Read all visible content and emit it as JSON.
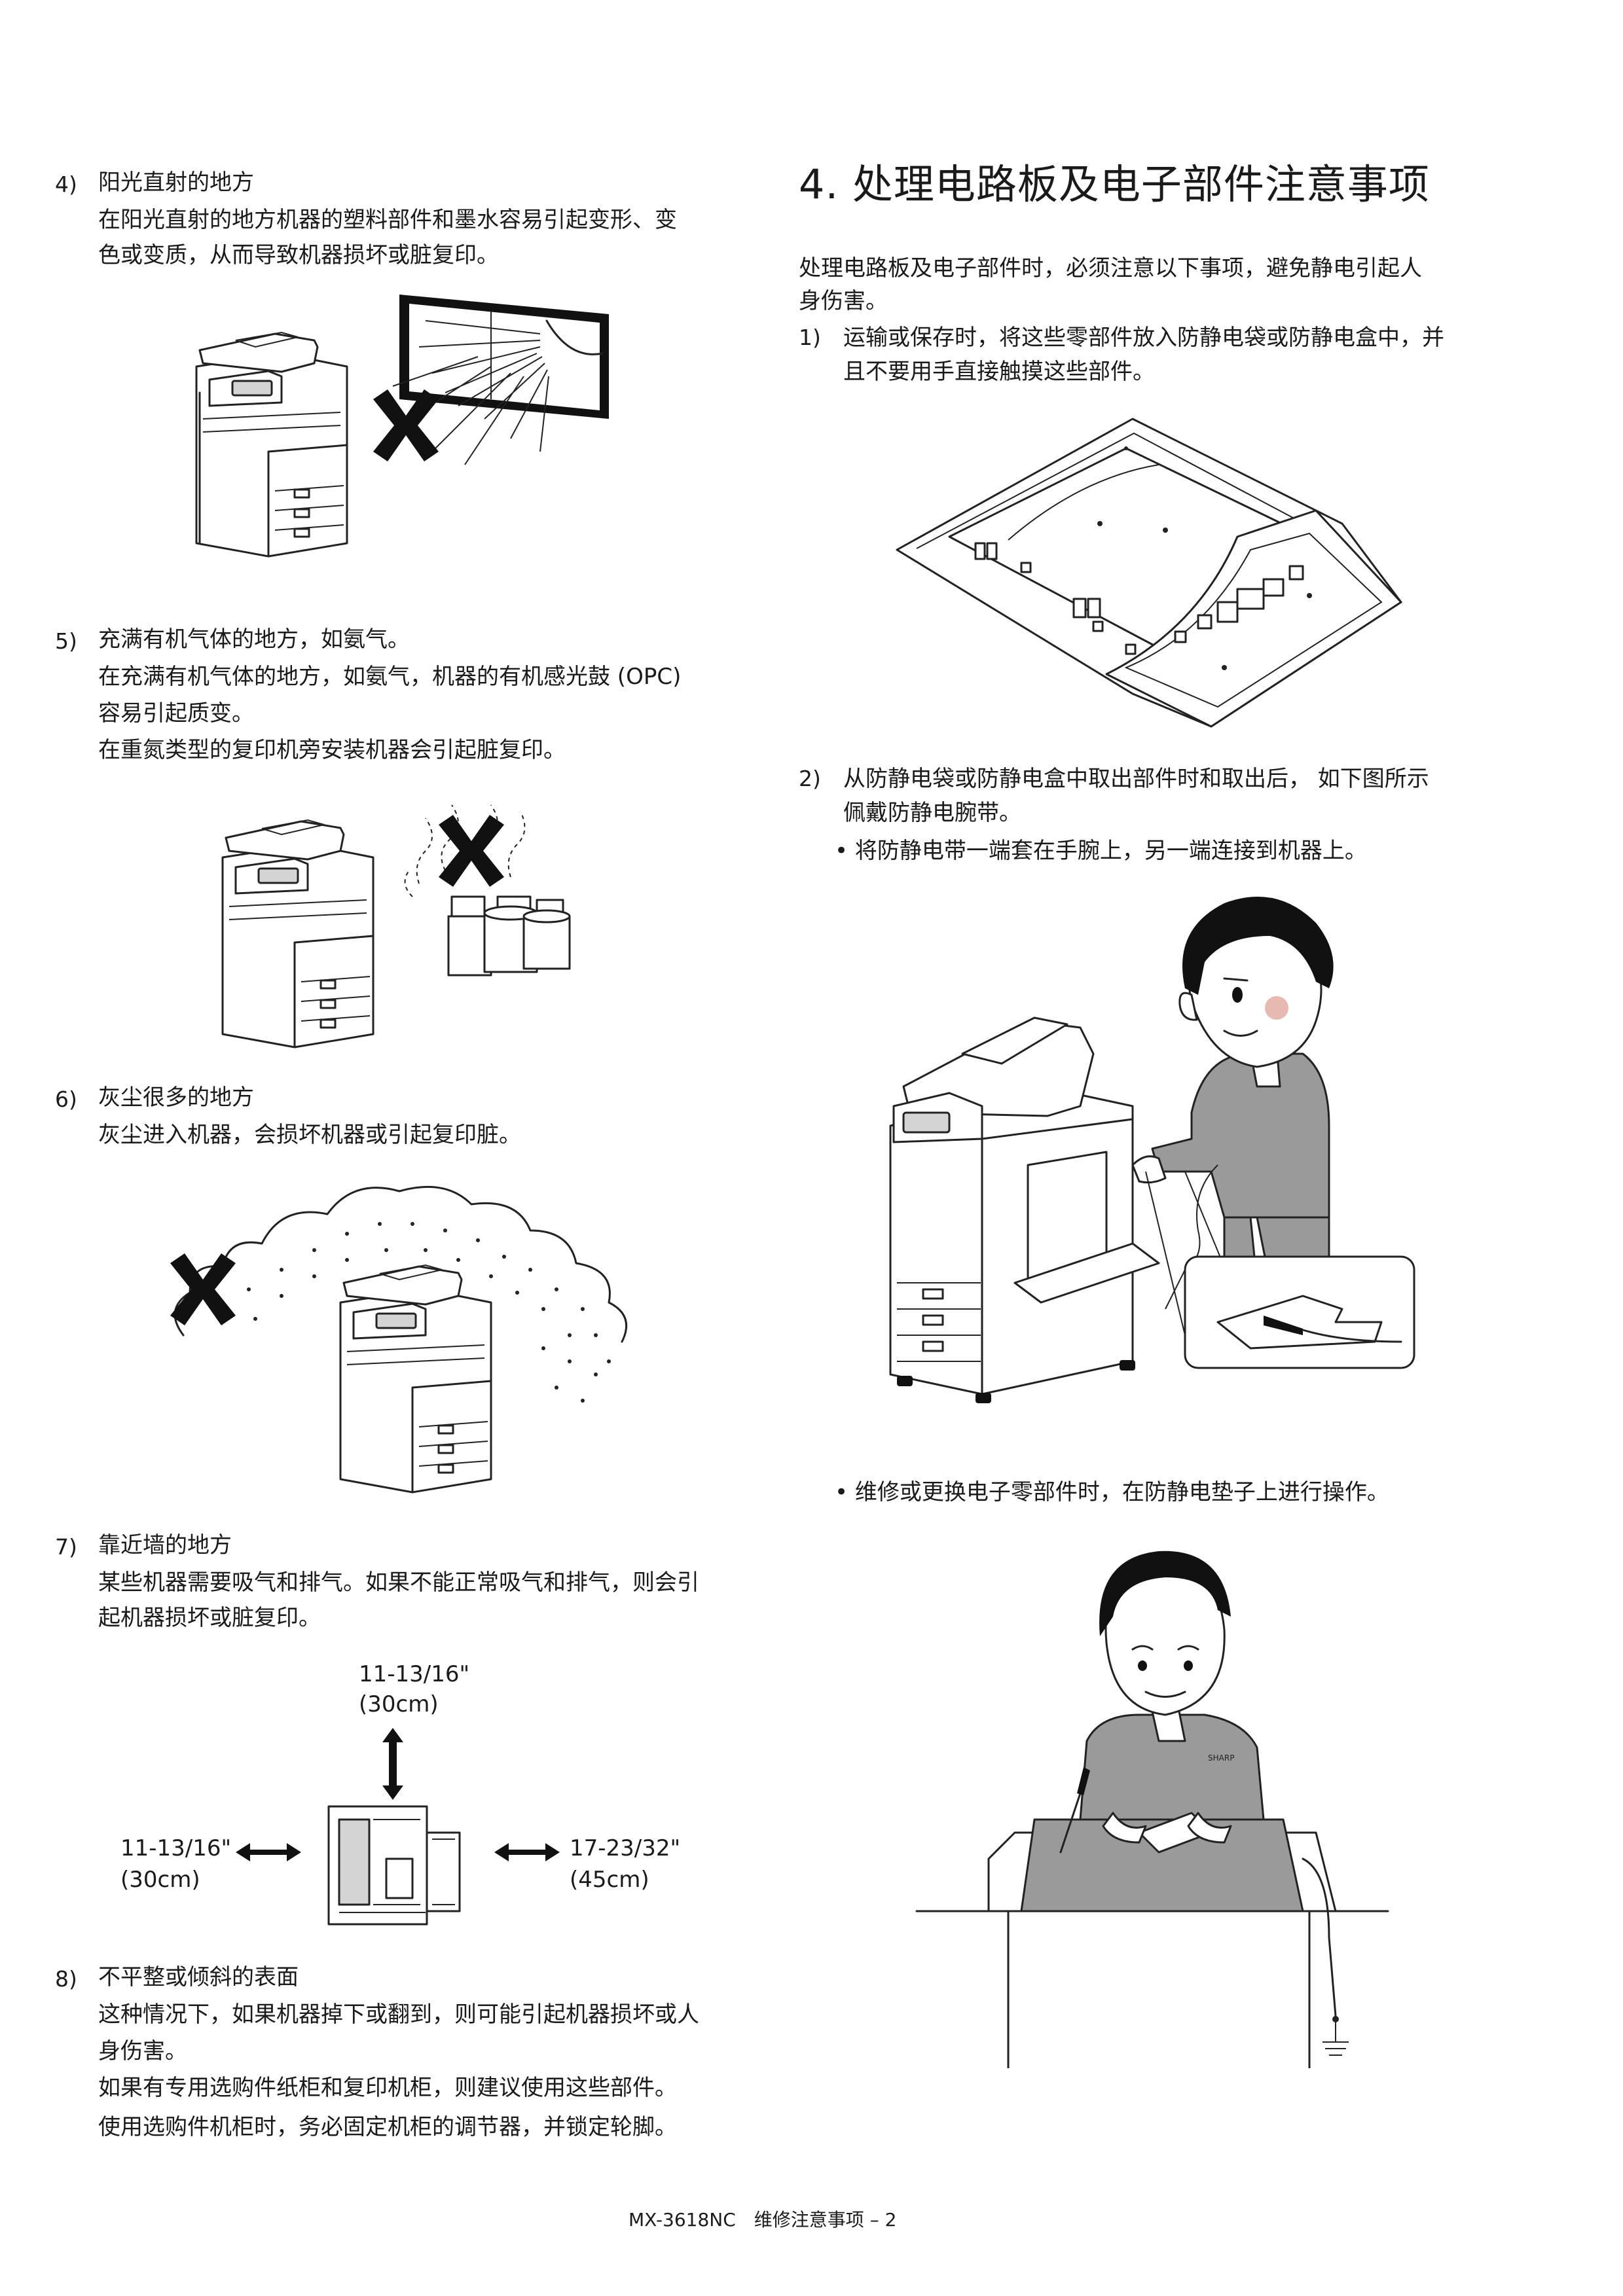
{
  "left": {
    "item4": {
      "num": "4)",
      "heading": "阳光直射的地方",
      "lines": [
        "在阳光直射的地方机器的塑料部件和墨水容易引起变形、变",
        "色或变质，从而导致机器损坏或脏复印。"
      ]
    },
    "item5": {
      "num": "5)",
      "heading": "充满有机气体的地方，如氨气。",
      "lines": [
        "在充满有机气体的地方，如氨气，机器的有机感光鼓 (OPC)",
        "容易引起质变。",
        "在重氮类型的复印机旁安装机器会引起脏复印。"
      ]
    },
    "item6": {
      "num": "6)",
      "heading": "灰尘很多的地方",
      "lines": [
        "灰尘进入机器，会损坏机器或引起复印脏。"
      ]
    },
    "item7": {
      "num": "7)",
      "heading": "靠近墙的地方",
      "lines": [
        "某些机器需要吸气和排气。如果不能正常吸气和排气，则会引",
        "起机器损坏或脏复印。"
      ],
      "dims": {
        "top": [
          "11-13/16\"",
          "(30cm)"
        ],
        "left": [
          "11-13/16\"",
          "(30cm)"
        ],
        "right": [
          "17-23/32\"",
          "(45cm)"
        ]
      }
    },
    "item8": {
      "num": "8)",
      "heading": "不平整或倾斜的表面",
      "lines": [
        "这种情况下，如果机器掉下或翻到，则可能引起机器损坏或人",
        "身伤害。",
        "如果有专用选购件纸柜和复印机柜，则建议使用这些部件。",
        "使用选购件机柜时，务必固定机柜的调节器，并锁定轮脚。"
      ]
    }
  },
  "right": {
    "title": "4. 处理电路板及电子部件注意事项",
    "intro": [
      "处理电路板及电子部件时，必须注意以下事项，避免静电引起人",
      "身伤害。"
    ],
    "item1": {
      "num": "1)",
      "lines": [
        "运输或保存时，将这些零部件放入防静电袋或防静电盒中，并",
        "且不要用手直接触摸这些部件。"
      ]
    },
    "item2": {
      "num": "2)",
      "lines": [
        "从防静电袋或防静电盒中取出部件时和取出后， 如下图所示",
        "佩戴防静电腕带。"
      ]
    },
    "bullet1": "• 将防静电带一端套在手腕上，另一端连接到机器上。",
    "bullet2": "• 维修或更换电子零部件时，在防静电垫子上进行操作。",
    "shirt_logo": "SHARP"
  },
  "footer": "MX-3618NC　维修注意事项 – 2",
  "icon_names": [
    "copier-icon",
    "sun-window-icon",
    "prohibited-x-icon",
    "chemical-bottles-icon",
    "dust-cloud-icon",
    "wall-clearance-diagram",
    "circuit-board-bag-icon",
    "technician-wrist-strap-illustration",
    "technician-antistatic-mat-illustration"
  ]
}
